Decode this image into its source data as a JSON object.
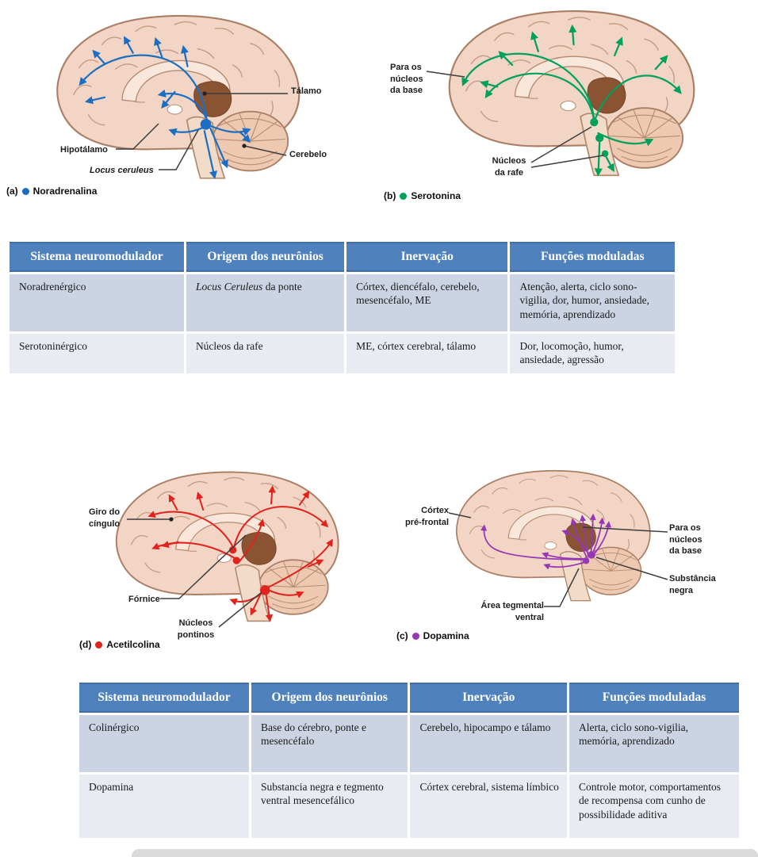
{
  "figures": {
    "a": {
      "panel_id": "(a)",
      "legend": "Noradrenalina",
      "color": "#1c6ec2",
      "labels": {
        "talamo": "Tálamo",
        "hipotalamo": "Hipotálamo",
        "locus_ceruleus": "Locus ceruleus",
        "cerebelo": "Cerebelo"
      }
    },
    "b": {
      "panel_id": "(b)",
      "legend": "Serotonina",
      "color": "#00a15d",
      "labels": {
        "para_nucleos_base": "Para os\nnúcleos\nda base",
        "nucleos_rafe": "Núcleos\nda rafe"
      }
    },
    "d": {
      "panel_id": "(d)",
      "legend": "Acetilcolina",
      "color": "#e2221c",
      "labels": {
        "giro_cingulo": "Giro do\ncíngulo",
        "fornice": "Fórnice",
        "nucleos_pontinos": "Núcleos\npontinos"
      }
    },
    "c": {
      "panel_id": "(c)",
      "legend": "Dopamina",
      "color": "#9637b5",
      "labels": {
        "cortex_prefrontal": "Córtex\npré-frontal",
        "para_nucleos_base": "Para os\nnúcleos\nda base",
        "substancia_negra": "Substância\nnegra",
        "area_tegmental": "Área tegmental\nventral"
      }
    }
  },
  "tables": {
    "headers": [
      "Sistema neuromodulador",
      "Origem dos neurônios",
      "Inervação",
      "Funções moduladas"
    ],
    "style": {
      "header_bg": "#4f81bd",
      "row_odd_bg": "#ccd3e2",
      "row_even_bg": "#e9ebf3",
      "header_text_color": "#ffffff"
    },
    "table1": {
      "rows": [
        {
          "sistema": "Noradrenérgico",
          "origem_italic": "Locus Ceruleus",
          "origem_rest": " da ponte",
          "inervacao": "Córtex, diencéfalo, cerebelo, mesencéfalo, ME",
          "funcoes": "Atenção, alerta, ciclo sono-vigilia, dor, humor, ansiedade, memória, aprendizado"
        },
        {
          "sistema": "Serotoninérgico",
          "origem": "Núcleos da rafe",
          "inervacao": "ME, córtex cerebral, tálamo",
          "funcoes": "Dor, locomoção, humor, ansiedade, agressão"
        }
      ]
    },
    "table2": {
      "rows": [
        {
          "sistema": "Colinérgico",
          "origem": "Base do cérebro, ponte e mesencéfalo",
          "inervacao": "Cerebelo, hipocampo e tálamo",
          "funcoes": "Alerta, ciclo sono-vigilia, memória, aprendizado"
        },
        {
          "sistema": "Dopamina",
          "origem": "Substancia negra e tegmento ventral mesencefálico",
          "inervacao": "Córtex cerebral, sistema límbico",
          "funcoes": "Controle motor, comportamentos de recompensa com cunho de possibilidade aditiva"
        }
      ]
    }
  }
}
